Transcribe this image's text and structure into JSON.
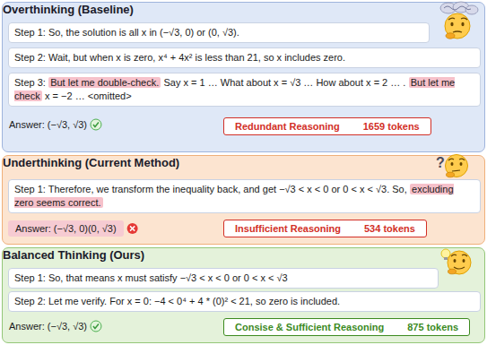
{
  "diagram": {
    "nodes": [
      {
        "text": [
          "Overthinking (Baseline)"
        ]
      },
      {
        "text": [
          "Step 1: So, the solution is all x in (−√3, 0) or (0, √3)."
        ],
        "in": 0
      },
      {
        "text": [
          "Step 2: Wait, but when x is zero, x⁴ + 4x² is less than 21, so x includes zero."
        ],
        "in": 0
      },
      {
        "text": [
          "Step 3:",
          "But let me double-check.",
          "Say x = 1 … What about x = √3 … How about x = 2 … .",
          "But let me check",
          "x = −2 … <omitted>"
        ],
        "in": 0
      },
      {
        "text": [
          "Redundant Reasoning",
          "1659 tokens"
        ],
        "in": 0
      },
      {
        "text": [
          "Underthinking (Current Method)"
        ]
      },
      {
        "text": [
          "Step 1: Therefore, we transform the inequality back, and get −√3 < x < 0 or 0 < x < √3. So,",
          "excluding zero seems correct."
        ],
        "in": 5
      },
      {
        "text": [
          "Answer: (−√3, 0)(0, √3)"
        ],
        "in": 5
      },
      {
        "text": [
          "Insufficient Reasoning",
          "534 tokens"
        ],
        "in": 5
      },
      {
        "text": [
          "Balanced Thinking (Ours)"
        ]
      },
      {
        "text": [
          "Step 1: So, that means x must satisfy −√3 < x < 0 or 0 < x < √3"
        ],
        "in": 9
      },
      {
        "text": [
          "Step 2: Let me verify. For x = 0: −4 < 0⁴ + 4 * (0)² < 21, so zero is included."
        ],
        "in": 9
      },
      {
        "text": [
          "Consise & Sufficient Reasoning",
          "875 tokens"
        ],
        "in": 9
      }
    ],
    "labels": [
      "Answer: (−√3, √3)",
      "Answer: (−√3, √3)",
      "?"
    ]
  }
}
